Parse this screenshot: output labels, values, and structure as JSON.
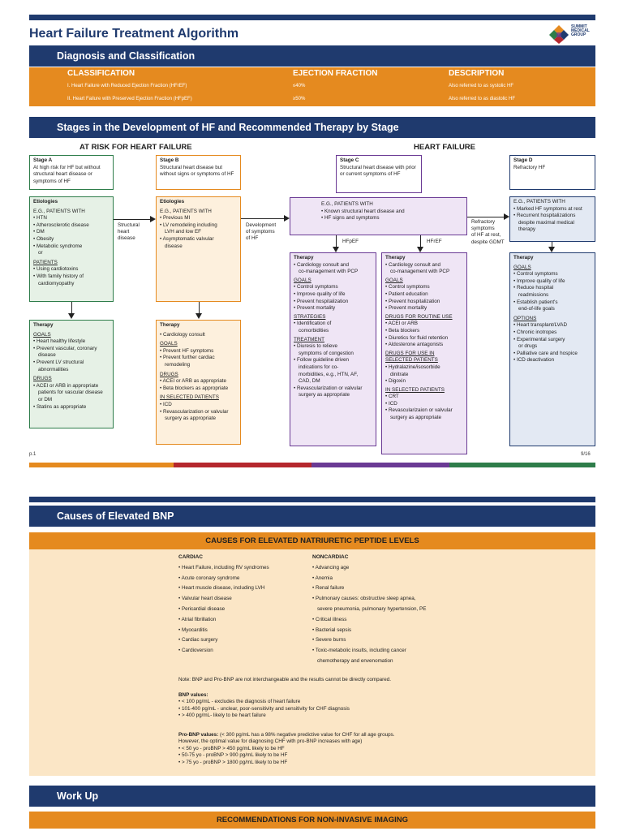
{
  "header": {
    "title": "Heart Failure Treatment Algorithm",
    "logo_lines": [
      "SUMMIT",
      "MEDICAL",
      "GROUP"
    ]
  },
  "diagnosis": {
    "heading": "Diagnosis and Classification",
    "columns": [
      "CLASSIFICATION",
      "EJECTION FRACTION",
      "DESCRIPTION"
    ],
    "rows": [
      [
        "I. Heart Failure with Reduced Ejection Fraction (HFrEF)",
        "≤40%",
        "Also referred to as systolic HF"
      ],
      [
        "II. Heart Failure with Preserved Ejection Fraction (HFpEF)",
        "≥50%",
        "Also referred to as diastolic HF"
      ]
    ]
  },
  "stages": {
    "heading": "Stages in the Development of HF and Recommended Therapy by Stage",
    "at_risk_label": "AT RISK FOR HEART FAILURE",
    "hf_label": "HEART FAILURE",
    "stage_a": {
      "title": "Stage A",
      "text": "At high risk for HF but without structural heart disease or symptoms of HF"
    },
    "stage_b": {
      "title": "Stage B",
      "text": "Structural heart disease but without signs or symptoms of HF"
    },
    "stage_c": {
      "title": "Stage C",
      "text": "Structural heart disease with prior or current symptoms of HF"
    },
    "stage_d": {
      "title": "Stage D",
      "text": "Refractory HF"
    },
    "etio_a": {
      "title": "Etiologies",
      "eg": "E.G., PATIENTS WITH",
      "items": [
        "• HTN",
        "• Atherosclerotic disease",
        "• DM",
        "• Obesity",
        "• Metabolic syndrome",
        "or"
      ],
      "patients": "PATIENTS",
      "patient_items": [
        "• Using cardiotoxins",
        "• With family history of",
        "cardiomyopathy"
      ]
    },
    "etio_b": {
      "title": "Etiologies",
      "eg": "E.G., PATIENTS WITH",
      "items": [
        "• Previous MI",
        "• LV remodeling including",
        "LVH and low EF",
        "• Asymptomatic valvular",
        "disease"
      ]
    },
    "etio_c": {
      "eg": "E.G., PATIENTS WITH",
      "items": [
        "• Known structural heart disease and",
        "• HF signs and symptoms"
      ]
    },
    "etio_d": {
      "eg": "E.G., PATIENTS WITH",
      "items": [
        "• Marked HF symptoms at rest",
        "• Recurrent hospitalizations",
        "despite maximal medical",
        "therapy"
      ]
    },
    "arrow_labels": {
      "structural": [
        "Structural",
        "heart",
        "disease"
      ],
      "development": [
        "Development",
        "of symptoms",
        "of HF"
      ],
      "refractory": [
        "Refractory",
        "symptoms",
        "of HF at rest,",
        "despite GDMT"
      ],
      "hfpef": "HFpEF",
      "hfref": "HFrEF"
    },
    "therapy_a": {
      "title": "Therapy",
      "goals": "GOALS",
      "goal_items": [
        "• Heart healthy lifestyle",
        "• Prevent vascular, coronary",
        "disease",
        "• Prevent LV structural",
        "abnormalities"
      ],
      "drugs": "DRUGS",
      "drug_items": [
        "• ACEI or ARB in appropriate",
        "patients for vascular disease",
        "or DM",
        "• Statins as appropriate"
      ]
    },
    "therapy_b": {
      "title": "Therapy",
      "top": "• Cardiology consult",
      "goals": "GOALS",
      "goal_items": [
        "• Prevent HF symptoms",
        "• Prevent further cardiac",
        "remodeling"
      ],
      "drugs": "DRUGS",
      "drug_items": [
        "• ACEI or ARB as appropriate",
        "• Beta blockers as appropriate"
      ],
      "selected": "IN SELECTED PATIENTS",
      "selected_items": [
        "• ICD",
        "• Revascularization or valvular",
        "surgery as appropriate"
      ]
    },
    "therapy_hfpef": {
      "title": "Therapy",
      "top": [
        "• Cardiology consult and",
        "co-management with PCP"
      ],
      "goals": "GOALS",
      "goal_items": [
        "• Control symptoms",
        "• Improve quality of life",
        "• Prevent hospitalization",
        "• Prevent mortality"
      ],
      "strategies": "STRATEGIES",
      "strategy_items": [
        "• Identification of",
        "comorbidities"
      ],
      "treatment": "TREATMENT",
      "treatment_items": [
        "• Diuresis to relieve",
        "symptoms of congestion",
        "• Follow guideline driven",
        "indications for co-",
        "morbidities, e.g., HTN, AF,",
        "CAD, DM",
        "• Revascularization or valvular",
        "surgery as appropriate"
      ]
    },
    "therapy_hfref": {
      "title": "Therapy",
      "top": [
        "• Cardiology consult and",
        "co-management with PCP"
      ],
      "goals": "GOALS",
      "goal_items": [
        "• Control symptoms",
        "• Patient education",
        "• Prevent hospitalization",
        "• Prevent mortality"
      ],
      "routine": "DRUGS FOR ROUTINE USE",
      "routine_items": [
        "• ACEI or ARB",
        "• Beta blockers",
        "• Diuretics for fluid retention",
        "• Aldosterone antagonists"
      ],
      "selected_drugs": [
        "DRUGS FOR USE IN",
        "SELECTED PATIENTS"
      ],
      "selected_drug_items": [
        "• Hydralazine/isosorbide",
        "dinitrate",
        "• Digoxin"
      ],
      "selected": "IN SELECTED PATIENTS",
      "selected_items": [
        "• CRT",
        "• ICD",
        "• Revascularizaion or valvular",
        "surgery as appropriate"
      ]
    },
    "therapy_d": {
      "title": "Therapy",
      "goals": "GOALS",
      "goal_items": [
        "• Control symptoms",
        "• Improve quality of life",
        "• Reduce hospital",
        "readmissions",
        "• Establish patient's",
        "end-of-life goals"
      ],
      "options": "OPTIONS",
      "option_items": [
        "• Heart transplant/LVAD",
        "• Chronic inotropes",
        "• Experimental surgery",
        "or drugs",
        "• Palliative care and hospice",
        "• ICD deactivation"
      ]
    },
    "page_left": "p.1",
    "page_right": "9/16"
  },
  "bnp": {
    "heading": "Causes of Elevated BNP",
    "subheading": "CAUSES FOR ELEVATED NATRIURETIC PEPTIDE LEVELS",
    "cardiac_title": "CARDIAC",
    "cardiac": [
      "• Heart Failure, including RV syndromes",
      "• Acute coronary syndrome",
      "• Heart muscle disease, including LVH",
      "• Valvular heart disease",
      "• Pericardial disease",
      "• Atrial fibrillation",
      "• Myocarditis",
      "• Cardiac surgery",
      "• Cardioversion"
    ],
    "noncardiac_title": "NONCARDIAC",
    "noncardiac": [
      "• Advancing age",
      "• Anemia",
      "• Renal failure",
      "• Pulmonary causes: obstructive sleep apnea,",
      "severe pneumonia, pulmonary hypertension, PE",
      "• Critical illness",
      "• Bacterial sepsis",
      "• Severe burns",
      "• Toxic-metabolic insults, including cancer",
      "chemotherapy and envenomation"
    ],
    "note": "Note: BNP and Pro-BNP are not interchangeable and the results cannot be directly compared.",
    "bnp_title": "BNP values:",
    "bnp_items": [
      "• < 100 pg/mL - excludes the diagnosis of heart failure",
      "• 101-400 pg/mL - unclear, poor-sensitivity and sensitivity for CHF diagnosis",
      "• > 400 pg/mL- likely to be heart failure"
    ],
    "probnp_title": "Pro-BNP values:",
    "probnp_intro": " (< 300 pg/mL has a 98% negative predictive value for CHF for all age groups.",
    "probnp_intro2": "However, the optimal value for diagnosing CHF with pro-BNP increases with age)",
    "probnp_items": [
      "• < 50 yo - proBNP > 450 pg/mL likely to be HF",
      "• 50-75 yo - proBNP > 900 pg/mL likely to be HF",
      "• > 75 yo - proBNP > 1800 pg/mL likely to be HF"
    ]
  },
  "workup": {
    "heading": "Work Up",
    "subheading": "RECOMMENDATIONS FOR NON-INVASIVE IMAGING"
  },
  "colors": {
    "navy": "#1f3a6e",
    "orange": "#e58a1f",
    "green": "#2e7d4a",
    "purple": "#6a3a94",
    "red": "#b5272d"
  }
}
